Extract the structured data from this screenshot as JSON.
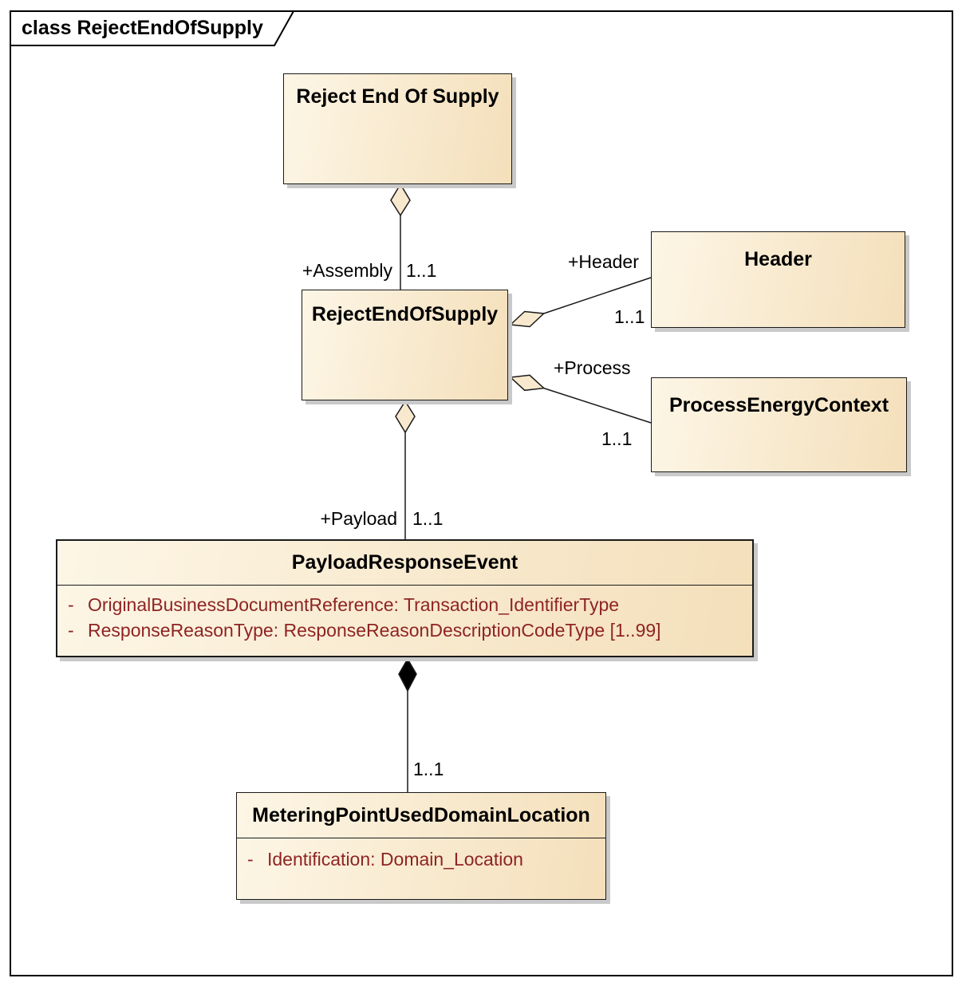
{
  "diagram": {
    "frame_label": "class RejectEndOfSupply",
    "type": "uml-class-diagram"
  },
  "classes": [
    {
      "id": "reject-end-of-supply-doc",
      "name": "Reject End Of Supply",
      "attributes": []
    },
    {
      "id": "rejectendofsupply",
      "name": "RejectEndOfSupply",
      "attributes": []
    },
    {
      "id": "header",
      "name": "Header",
      "attributes": []
    },
    {
      "id": "process-energy-context",
      "name": "ProcessEnergyContext",
      "attributes": []
    },
    {
      "id": "payload-response-event",
      "name": "PayloadResponseEvent",
      "attributes": [
        {
          "visibility": "-",
          "text": "OriginalBusinessDocumentReference: Transaction_IdentifierType"
        },
        {
          "visibility": "-",
          "text": "ResponseReasonType: ResponseReasonDescriptionCodeType [1..99]"
        }
      ]
    },
    {
      "id": "metering-point-used-domain-location",
      "name": "MeteringPointUsedDomainLocation",
      "attributes": [
        {
          "visibility": "-",
          "text": "Identification: Domain_Location"
        }
      ]
    }
  ],
  "relationships": [
    {
      "type": "aggregation",
      "from": "Reject End Of Supply",
      "to": "RejectEndOfSupply",
      "role": "+Assembly",
      "multiplicity": "1..1"
    },
    {
      "type": "aggregation",
      "from": "RejectEndOfSupply",
      "to": "Header",
      "role": "+Header",
      "multiplicity": "1..1"
    },
    {
      "type": "aggregation",
      "from": "RejectEndOfSupply",
      "to": "ProcessEnergyContext",
      "role": "+Process",
      "multiplicity": "1..1"
    },
    {
      "type": "aggregation",
      "from": "RejectEndOfSupply",
      "to": "PayloadResponseEvent",
      "role": "+Payload",
      "multiplicity": "1..1"
    },
    {
      "type": "composition",
      "from": "PayloadResponseEvent",
      "to": "MeteringPointUsedDomainLocation",
      "multiplicity": "1..1"
    }
  ],
  "colors": {
    "box_fill_start": "#fdf6e6",
    "box_fill_end": "#f4dfba",
    "box_border": "#1a1a1a",
    "attribute_text": "#8e2424",
    "shadow": "#c9c9c9",
    "connector": "#1a1a1a",
    "diamond_fill": "#f8e9ce",
    "composition_diamond_fill": "#000000"
  }
}
